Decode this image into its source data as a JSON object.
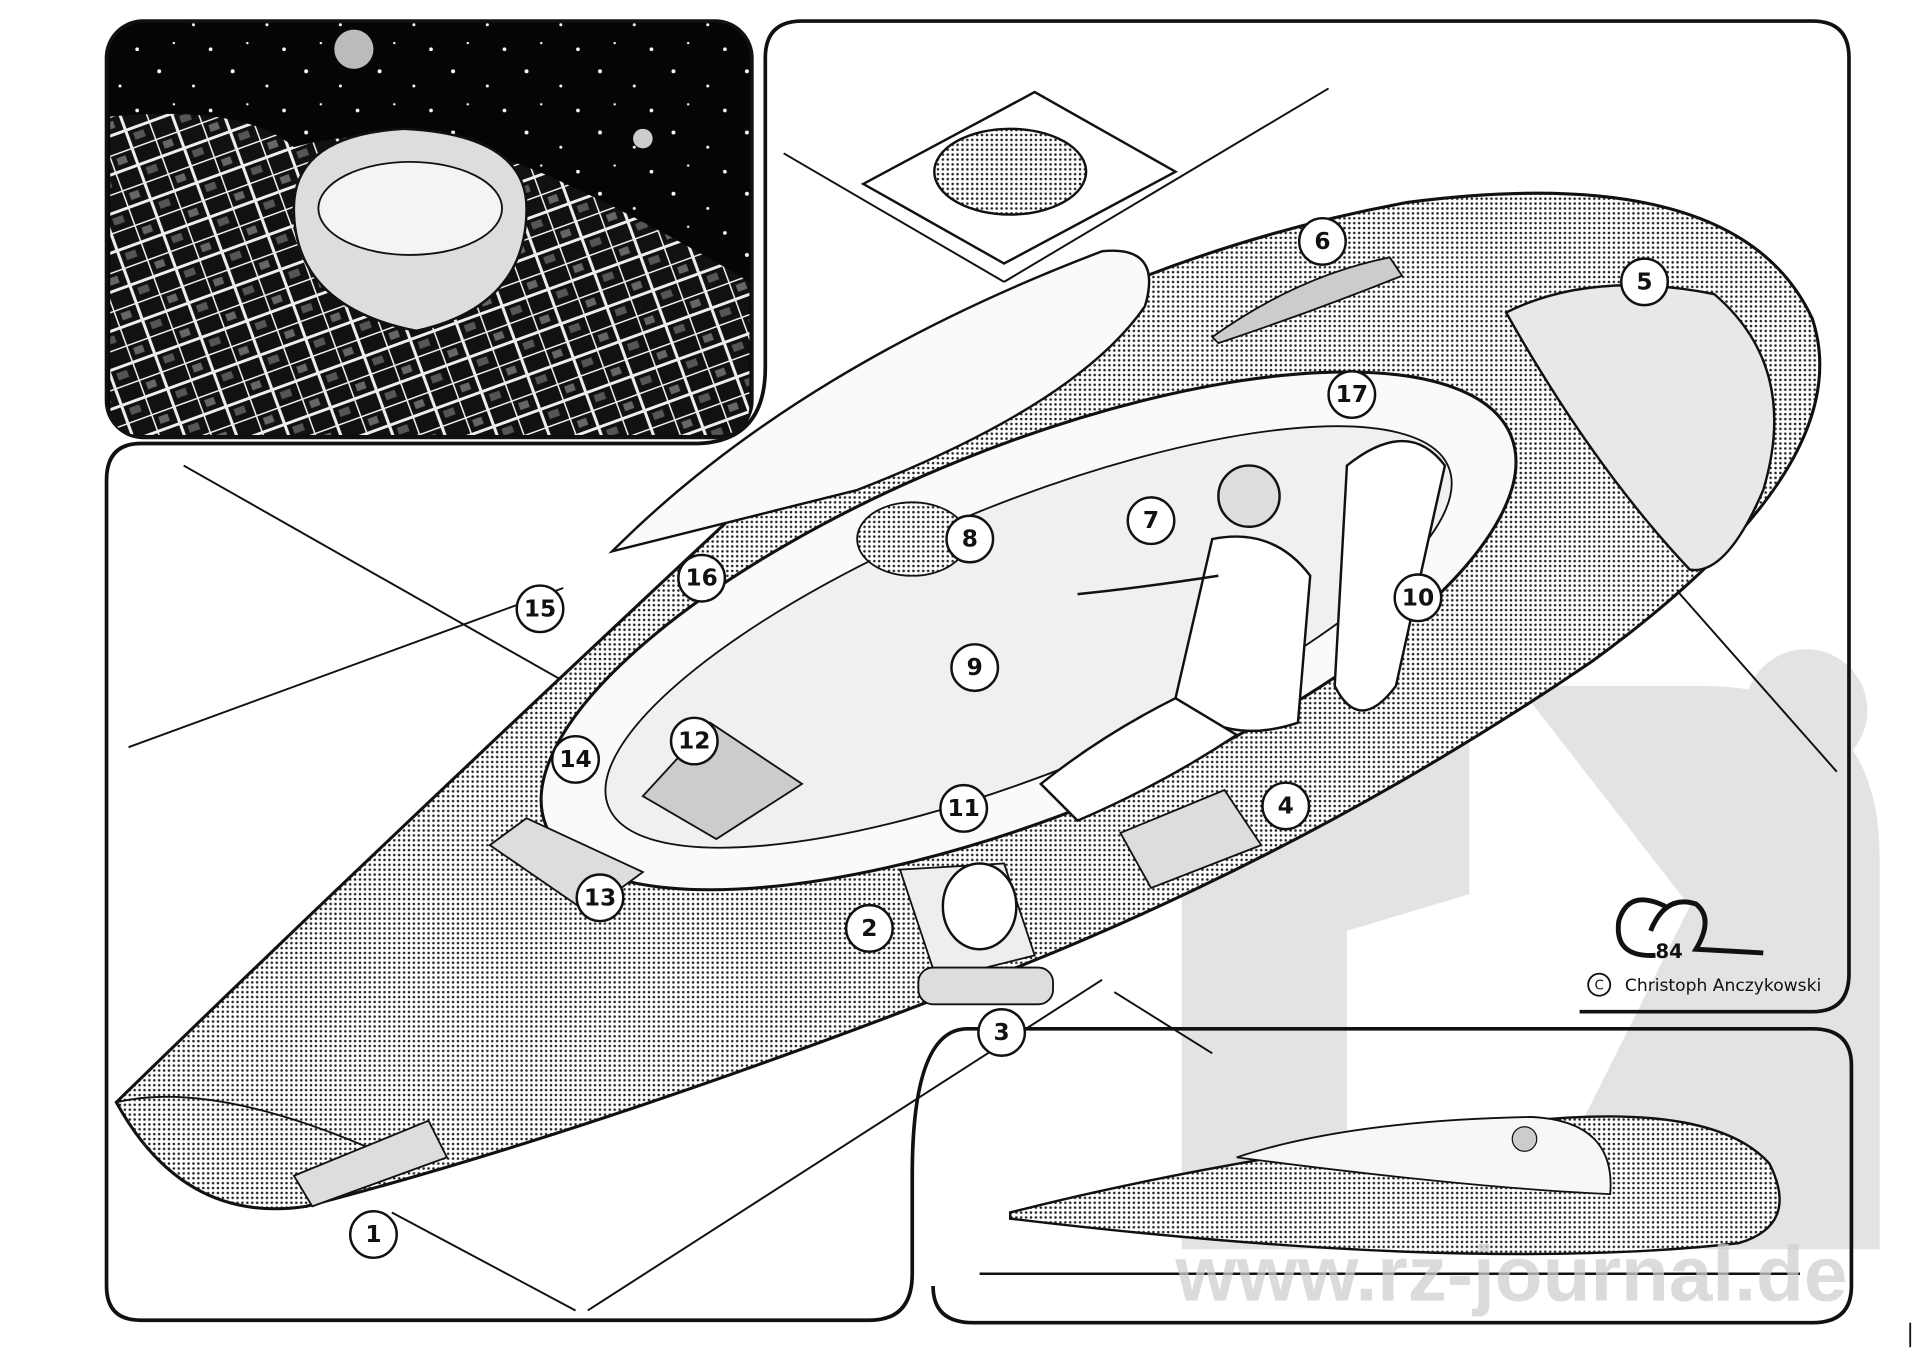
{
  "illustration": {
    "callouts": [
      "1",
      "2",
      "3",
      "4",
      "5",
      "6",
      "7",
      "8",
      "9",
      "10",
      "11",
      "12",
      "13",
      "14",
      "15",
      "16",
      "17"
    ],
    "signature": {
      "monogram": "CA",
      "year": "84",
      "copyright_symbol": "C",
      "artist": "Christoph Anczykowski"
    },
    "watermark": "www.rz-journal.de",
    "colors": {
      "ink": "#111111",
      "paper": "#ffffff",
      "watermark": "#d0d0d0"
    }
  }
}
